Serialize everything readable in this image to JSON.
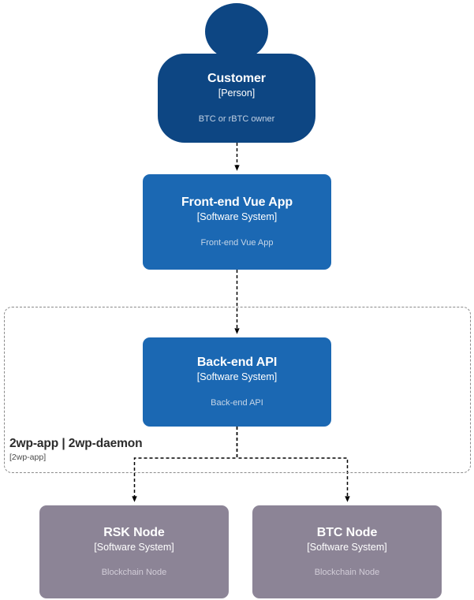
{
  "diagram": {
    "type": "c4-context-diagram",
    "background": "#ffffff",
    "colors": {
      "person": "#0d4683",
      "software_system": "#1b68b3",
      "external_node": "#8c8496",
      "boundary_border": "#8a8a8a",
      "edge": "#000000",
      "description_text": "#c6d6e8"
    }
  },
  "nodes": {
    "customer": {
      "title": "Customer",
      "type": "[Person]",
      "description": "BTC or rBTC owner"
    },
    "frontend": {
      "title": "Front-end Vue App",
      "type": "[Software System]",
      "description": "Front-end Vue App"
    },
    "backend": {
      "title": "Back-end API",
      "type": "[Software System]",
      "description": "Back-end API"
    },
    "rsk_node": {
      "title": "RSK Node",
      "type": "[Software System]",
      "description": "Blockchain Node"
    },
    "btc_node": {
      "title": "BTC Node",
      "type": "[Software System]",
      "description": "Blockchain Node"
    }
  },
  "boundary": {
    "label": "2wp-app | 2wp-daemon",
    "sublabel": "[2wp-app]"
  },
  "edges": [
    {
      "from": "customer",
      "to": "frontend",
      "style": "dashed",
      "arrow": "end"
    },
    {
      "from": "frontend",
      "to": "backend",
      "style": "dashed",
      "arrow": "end"
    },
    {
      "from": "backend",
      "to": "rsk_node",
      "style": "dashed",
      "arrow": "end"
    },
    {
      "from": "backend",
      "to": "btc_node",
      "style": "dashed",
      "arrow": "end"
    }
  ]
}
